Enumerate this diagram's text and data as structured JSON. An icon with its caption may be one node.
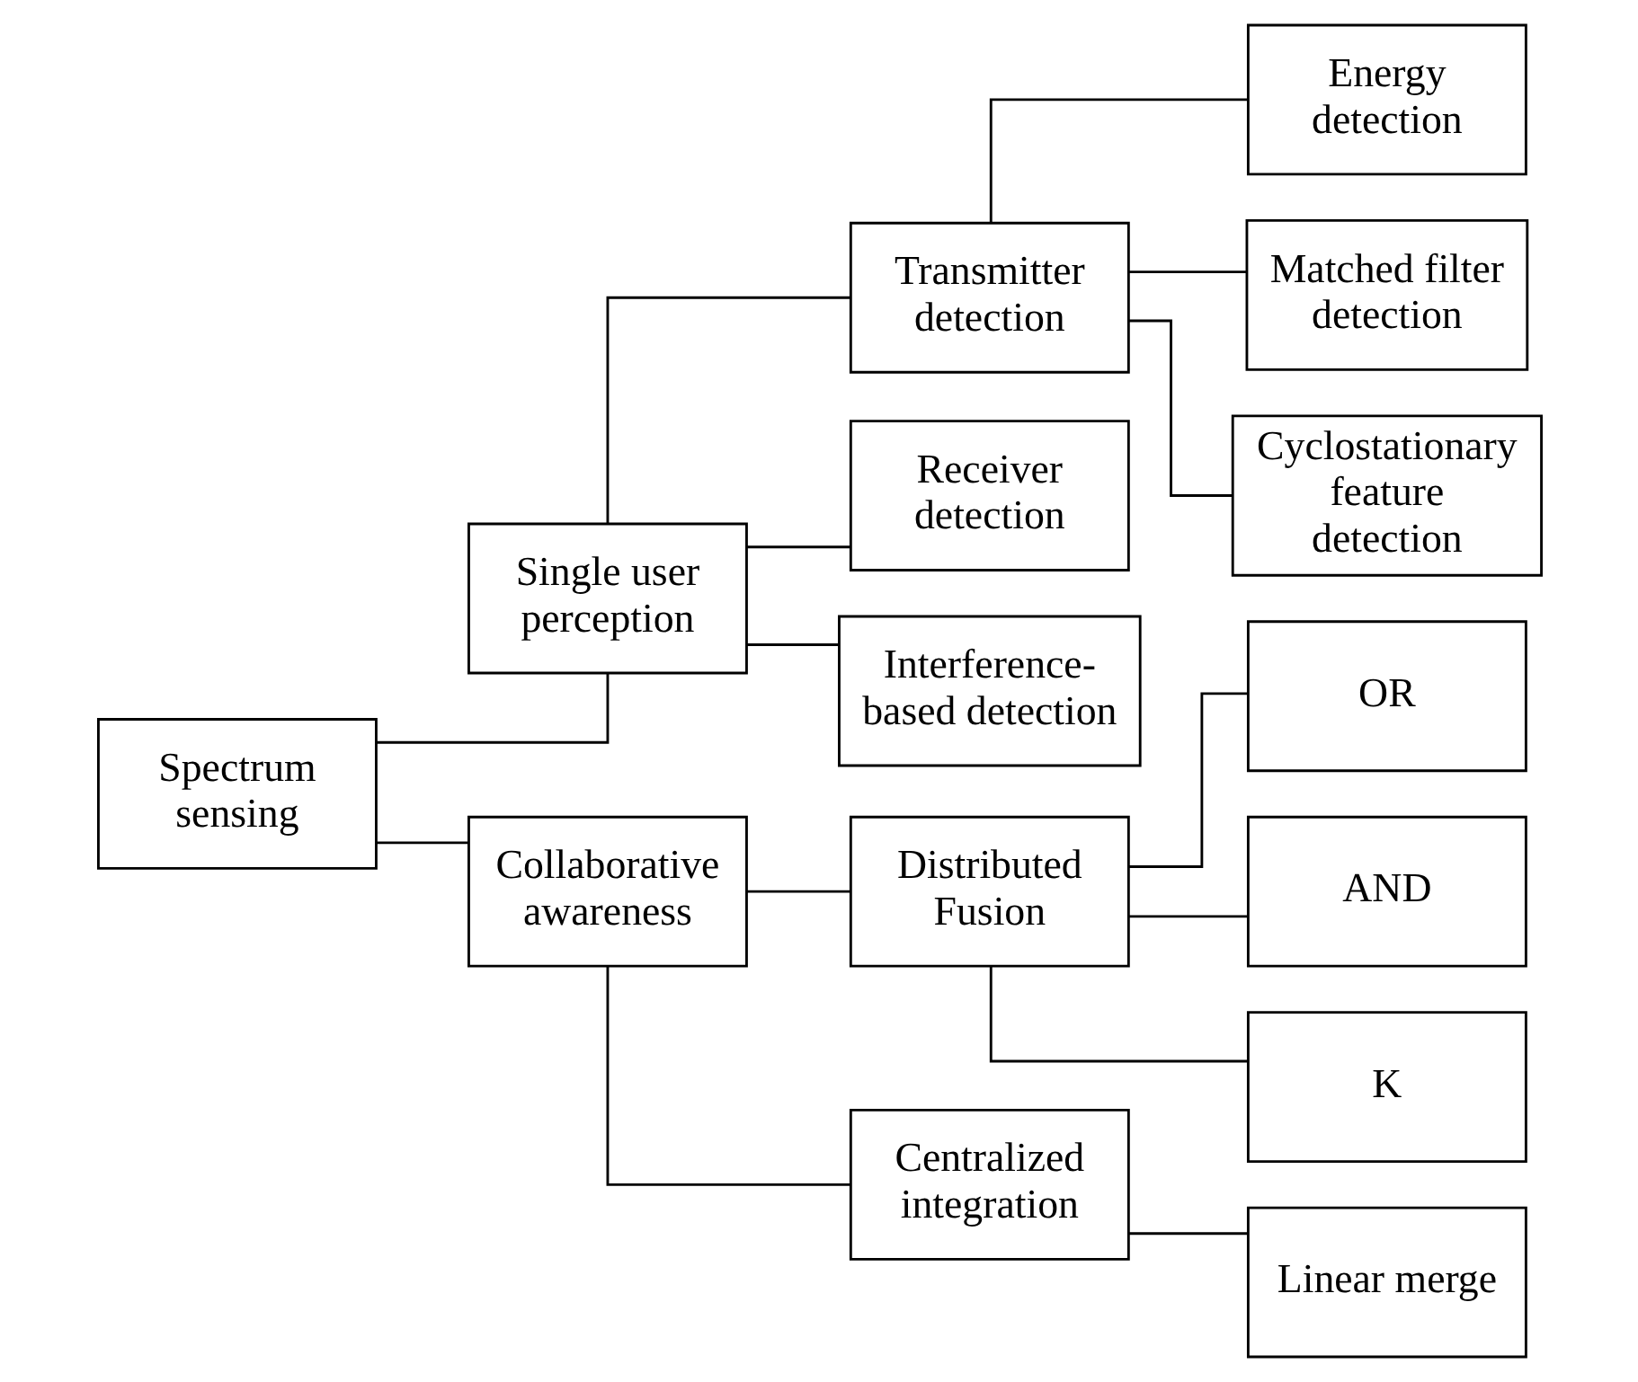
{
  "diagram": {
    "nodes": [
      {
        "text": [
          "Spectrum sensing"
        ]
      },
      {
        "text": [
          "Single user perception"
        ]
      },
      {
        "text": [
          "Collaborative awareness"
        ]
      },
      {
        "text": [
          "Transmitter detection"
        ]
      },
      {
        "text": [
          "Receiver detection"
        ]
      },
      {
        "text": [
          "Interference-based detection"
        ]
      },
      {
        "text": [
          "Distributed Fusion"
        ]
      },
      {
        "text": [
          "Centralized integration"
        ]
      },
      {
        "text": [
          "Energy detection"
        ]
      },
      {
        "text": [
          "Matched filter detection"
        ]
      },
      {
        "text": [
          "Cyclostationary feature detection"
        ]
      },
      {
        "text": [
          "OR"
        ]
      },
      {
        "text": [
          "AND"
        ]
      },
      {
        "text": [
          "K"
        ]
      },
      {
        "text": [
          "Linear merge"
        ]
      }
    ],
    "edges": [
      {
        "from": 0,
        "to": 1,
        "arrow": "none"
      },
      {
        "from": 0,
        "to": 2,
        "arrow": "none"
      },
      {
        "from": 1,
        "to": 3,
        "arrow": "none"
      },
      {
        "from": 1,
        "to": 4,
        "arrow": "none"
      },
      {
        "from": 1,
        "to": 5,
        "arrow": "none"
      },
      {
        "from": 2,
        "to": 6,
        "arrow": "none"
      },
      {
        "from": 2,
        "to": 7,
        "arrow": "none"
      },
      {
        "from": 3,
        "to": 8,
        "arrow": "none"
      },
      {
        "from": 3,
        "to": 9,
        "arrow": "none"
      },
      {
        "from": 3,
        "to": 10,
        "arrow": "none"
      },
      {
        "from": 6,
        "to": 11,
        "arrow": "none"
      },
      {
        "from": 6,
        "to": 12,
        "arrow": "none"
      },
      {
        "from": 6,
        "to": 13,
        "arrow": "none"
      },
      {
        "from": 7,
        "to": 14,
        "arrow": "none"
      }
    ]
  }
}
